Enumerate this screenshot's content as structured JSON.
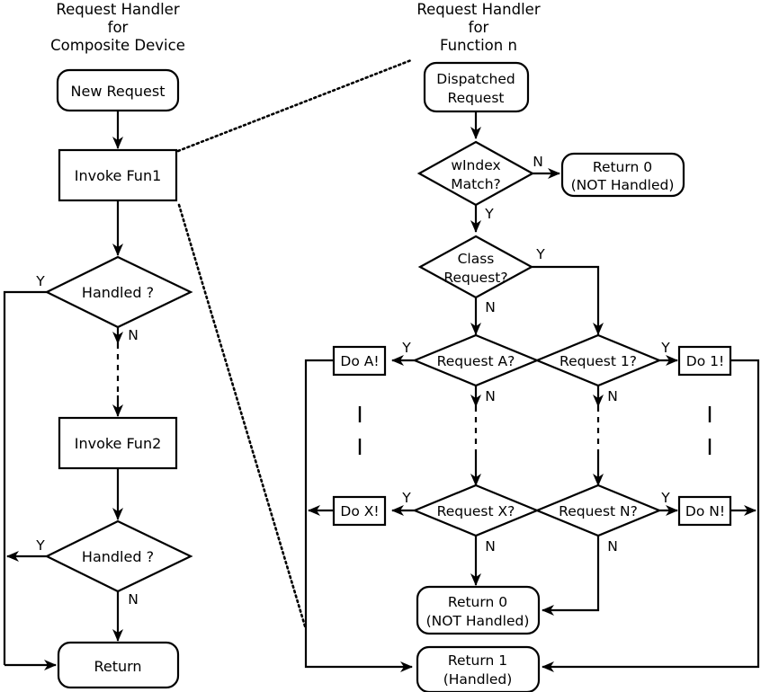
{
  "diagram": {
    "title": "USB Composite Device Request Handler Flowchart",
    "background": "#ffffff",
    "line_color": "#000000",
    "panels": [
      {
        "id": "composite",
        "title_lines": [
          "Request Handler",
          "for",
          "Composite Device"
        ]
      },
      {
        "id": "function_n",
        "title_lines": [
          "Request Handler",
          "for",
          "Function n"
        ]
      }
    ]
  },
  "left_panel": {
    "title_line1": "Request Handler",
    "title_line2": "for",
    "title_line3": "Composite Device",
    "nodes": {
      "new_request": "New Request",
      "invoke_fun1": "Invoke Fun1",
      "handled1": "Handled ?",
      "invoke_fun2": "Invoke Fun2",
      "handled2": "Handled ?",
      "return": "Return"
    },
    "branches": {
      "handled1_yes": "Y",
      "handled1_no": "N",
      "handled2_yes": "Y",
      "handled2_no": "N"
    }
  },
  "right_panel": {
    "title_line1": "Request Handler",
    "title_line2": "for",
    "title_line3": "Function n",
    "nodes": {
      "dispatched_line1": "Dispatched",
      "dispatched_line2": "Request",
      "windex_line1": "wIndex",
      "windex_line2": "Match?",
      "return0_top_line1": "Return 0",
      "return0_top_line2": "(NOT Handled)",
      "class_request_line1": "Class",
      "class_request_line2": "Request?",
      "request_a": "Request A?",
      "request_1": "Request 1?",
      "request_x": "Request X?",
      "request_n": "Request N?",
      "do_a": "Do A!",
      "do_1": "Do 1!",
      "do_x": "Do X!",
      "do_n": "Do N!",
      "return0_bottom_line1": "Return 0",
      "return0_bottom_line2": "(NOT Handled)",
      "return1_line1": "Return 1",
      "return1_line2": "(Handled)"
    },
    "branches": {
      "windex_no": "N",
      "windex_yes": "Y",
      "class_yes": "Y",
      "class_no": "N",
      "request_a_yes": "Y",
      "request_a_no": "N",
      "request_1_yes": "Y",
      "request_1_no": "N",
      "request_x_yes": "Y",
      "request_x_no": "N",
      "request_n_yes": "Y",
      "request_n_no": "N"
    }
  },
  "chart_data": {
    "type": "diagram",
    "subtype": "flowchart",
    "title": "Request Handler for Composite Device / Request Handler for Function n",
    "nodes": [
      {
        "id": "new_request",
        "label": "New Request",
        "shape": "rounded-rect",
        "panel": "left"
      },
      {
        "id": "invoke_fun1",
        "label": "Invoke Fun1",
        "shape": "rect",
        "panel": "left"
      },
      {
        "id": "handled1",
        "label": "Handled ?",
        "shape": "diamond",
        "panel": "left"
      },
      {
        "id": "invoke_fun2",
        "label": "Invoke Fun2",
        "shape": "rect",
        "panel": "left"
      },
      {
        "id": "handled2",
        "label": "Handled ?",
        "shape": "diamond",
        "panel": "left"
      },
      {
        "id": "return_left",
        "label": "Return",
        "shape": "rounded-rect",
        "panel": "left"
      },
      {
        "id": "dispatched",
        "label": "Dispatched Request",
        "shape": "rounded-rect",
        "panel": "right"
      },
      {
        "id": "windex",
        "label": "wIndex Match?",
        "shape": "diamond",
        "panel": "right"
      },
      {
        "id": "return0_top",
        "label": "Return 0 (NOT Handled)",
        "shape": "rounded-rect",
        "panel": "right"
      },
      {
        "id": "class_request",
        "label": "Class Request?",
        "shape": "diamond",
        "panel": "right"
      },
      {
        "id": "request_a",
        "label": "Request A?",
        "shape": "diamond",
        "panel": "right"
      },
      {
        "id": "request_1",
        "label": "Request 1?",
        "shape": "diamond",
        "panel": "right"
      },
      {
        "id": "request_x",
        "label": "Request X?",
        "shape": "diamond",
        "panel": "right"
      },
      {
        "id": "request_n",
        "label": "Request N?",
        "shape": "diamond",
        "panel": "right"
      },
      {
        "id": "do_a",
        "label": "Do A!",
        "shape": "rect",
        "panel": "right"
      },
      {
        "id": "do_1",
        "label": "Do 1!",
        "shape": "rect",
        "panel": "right"
      },
      {
        "id": "do_x",
        "label": "Do X!",
        "shape": "rect",
        "panel": "right"
      },
      {
        "id": "do_n",
        "label": "Do N!",
        "shape": "rect",
        "panel": "right"
      },
      {
        "id": "return0_bottom",
        "label": "Return 0 (NOT Handled)",
        "shape": "rounded-rect",
        "panel": "right"
      },
      {
        "id": "return1",
        "label": "Return 1 (Handled)",
        "shape": "rounded-rect",
        "panel": "right"
      }
    ],
    "edges": [
      {
        "from": "new_request",
        "to": "invoke_fun1",
        "label": ""
      },
      {
        "from": "invoke_fun1",
        "to": "handled1",
        "label": ""
      },
      {
        "from": "handled1",
        "to": "return_left",
        "label": "Y"
      },
      {
        "from": "handled1",
        "to": "invoke_fun2",
        "label": "N",
        "style": "dashed"
      },
      {
        "from": "invoke_fun2",
        "to": "handled2",
        "label": ""
      },
      {
        "from": "handled2",
        "to": "return_left",
        "label": "Y"
      },
      {
        "from": "handled2",
        "to": "return_left",
        "label": "N"
      },
      {
        "from": "dispatched",
        "to": "windex",
        "label": ""
      },
      {
        "from": "windex",
        "to": "return0_top",
        "label": "N"
      },
      {
        "from": "windex",
        "to": "class_request",
        "label": "Y"
      },
      {
        "from": "class_request",
        "to": "request_1",
        "label": "Y"
      },
      {
        "from": "class_request",
        "to": "request_a",
        "label": "N"
      },
      {
        "from": "request_a",
        "to": "do_a",
        "label": "Y"
      },
      {
        "from": "request_a",
        "to": "request_x",
        "label": "N",
        "style": "dashed"
      },
      {
        "from": "request_1",
        "to": "do_1",
        "label": "Y"
      },
      {
        "from": "request_1",
        "to": "request_n",
        "label": "N",
        "style": "dashed"
      },
      {
        "from": "request_x",
        "to": "do_x",
        "label": "Y"
      },
      {
        "from": "request_x",
        "to": "return0_bottom",
        "label": "N"
      },
      {
        "from": "request_n",
        "to": "do_n",
        "label": "Y"
      },
      {
        "from": "request_n",
        "to": "return0_bottom",
        "label": "N"
      },
      {
        "from": "do_a",
        "to": "return1",
        "label": ""
      },
      {
        "from": "do_x",
        "to": "return1",
        "label": ""
      },
      {
        "from": "do_1",
        "to": "return1",
        "label": ""
      },
      {
        "from": "do_n",
        "to": "return1",
        "label": ""
      }
    ],
    "annotations": [
      {
        "type": "tie-line",
        "style": "dotted",
        "from": "invoke_fun1-top-right",
        "to": "function-n-panel-top"
      },
      {
        "type": "tie-line",
        "style": "dotted",
        "from": "invoke_fun1-bottom-right",
        "to": "function-n-panel-bottom"
      },
      {
        "type": "vertical-ellipsis",
        "position": "left-action-column"
      },
      {
        "type": "vertical-ellipsis",
        "position": "right-action-column"
      }
    ]
  }
}
